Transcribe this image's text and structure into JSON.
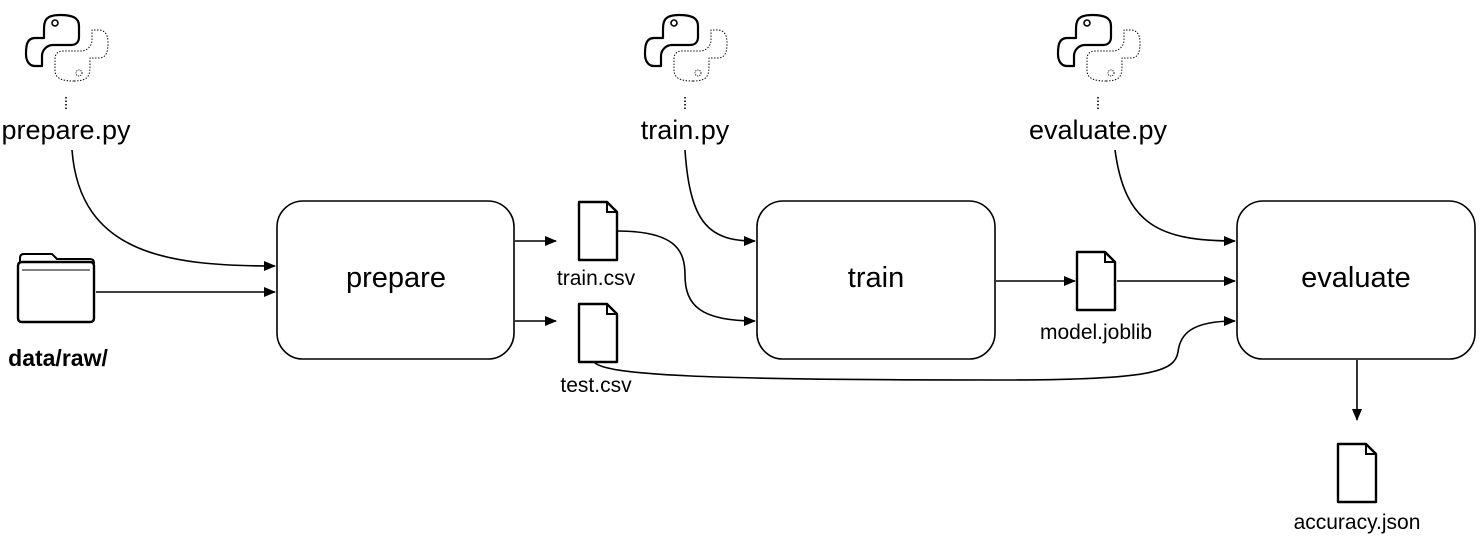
{
  "scripts": {
    "prepare": "prepare.py",
    "train": "train.py",
    "evaluate": "evaluate.py"
  },
  "stages": {
    "prepare": "prepare",
    "train": "train",
    "evaluate": "evaluate"
  },
  "files": {
    "train_csv": "train.csv",
    "test_csv": "test.csv",
    "model": "model.joblib",
    "accuracy": "accuracy.json"
  },
  "directories": {
    "raw": "data/raw/"
  },
  "icons": {
    "script": "python-logo-icon",
    "file": "document-icon",
    "folder": "folder-icon"
  }
}
